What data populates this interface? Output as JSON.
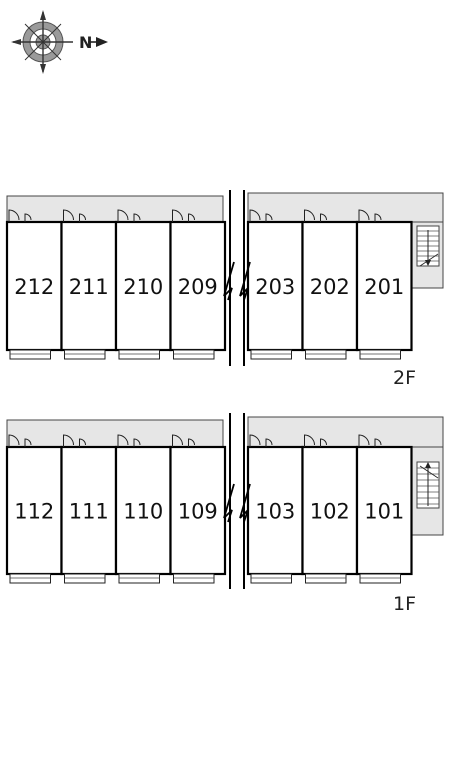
{
  "compass": {
    "north_label": "N",
    "icon": "compass-icon"
  },
  "colors": {
    "corridor": "#e6e6e6",
    "wall": "#000000",
    "stair": "#cccccc"
  },
  "floors": [
    {
      "id": "2F",
      "label": "2F",
      "left_units": [
        "212",
        "211",
        "210",
        "209"
      ],
      "right_units": [
        "203",
        "202",
        "201"
      ]
    },
    {
      "id": "1F",
      "label": "1F",
      "left_units": [
        "112",
        "111",
        "110",
        "109"
      ],
      "right_units": [
        "103",
        "102",
        "101"
      ]
    }
  ]
}
